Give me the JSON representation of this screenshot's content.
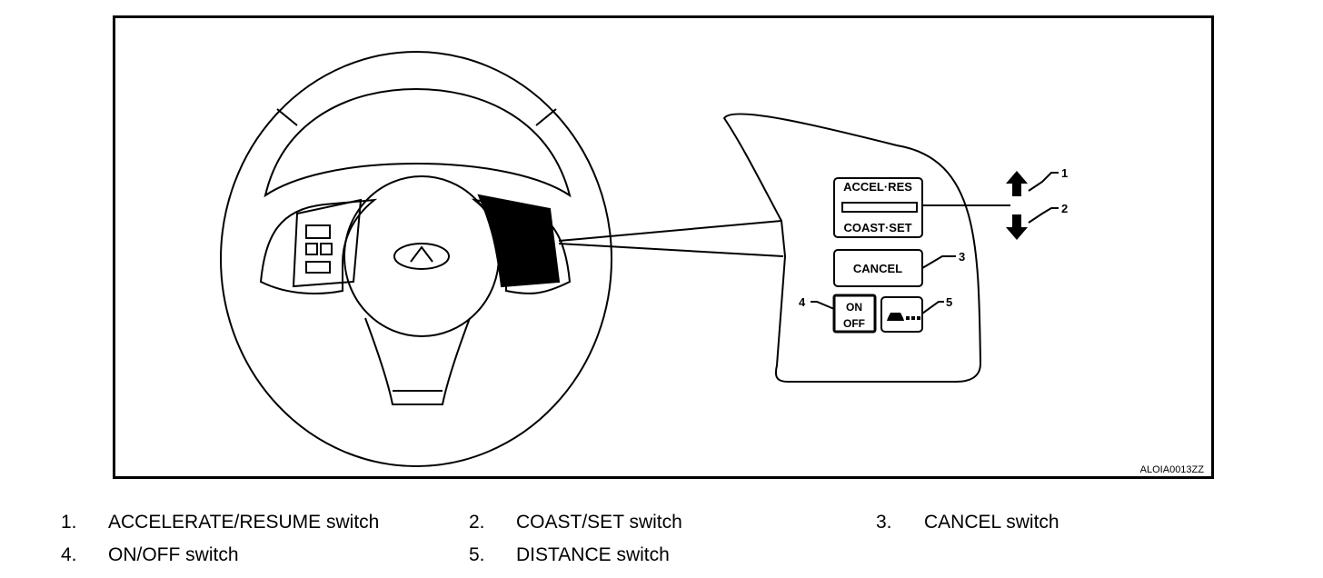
{
  "figure": {
    "code": "ALOIA0013ZZ",
    "switch_panel": {
      "accel_res": "ACCEL·RES",
      "coast_set": "COAST·SET",
      "cancel": "CANCEL",
      "on": "ON",
      "off": "OFF"
    },
    "callouts": [
      "1",
      "2",
      "3",
      "4",
      "5"
    ]
  },
  "legend": [
    {
      "num": "1.",
      "label": "ACCELERATE/RESUME switch"
    },
    {
      "num": "2.",
      "label": "COAST/SET switch"
    },
    {
      "num": "3.",
      "label": "CANCEL switch"
    },
    {
      "num": "4.",
      "label": "ON/OFF switch"
    },
    {
      "num": "5.",
      "label": "DISTANCE switch"
    }
  ]
}
